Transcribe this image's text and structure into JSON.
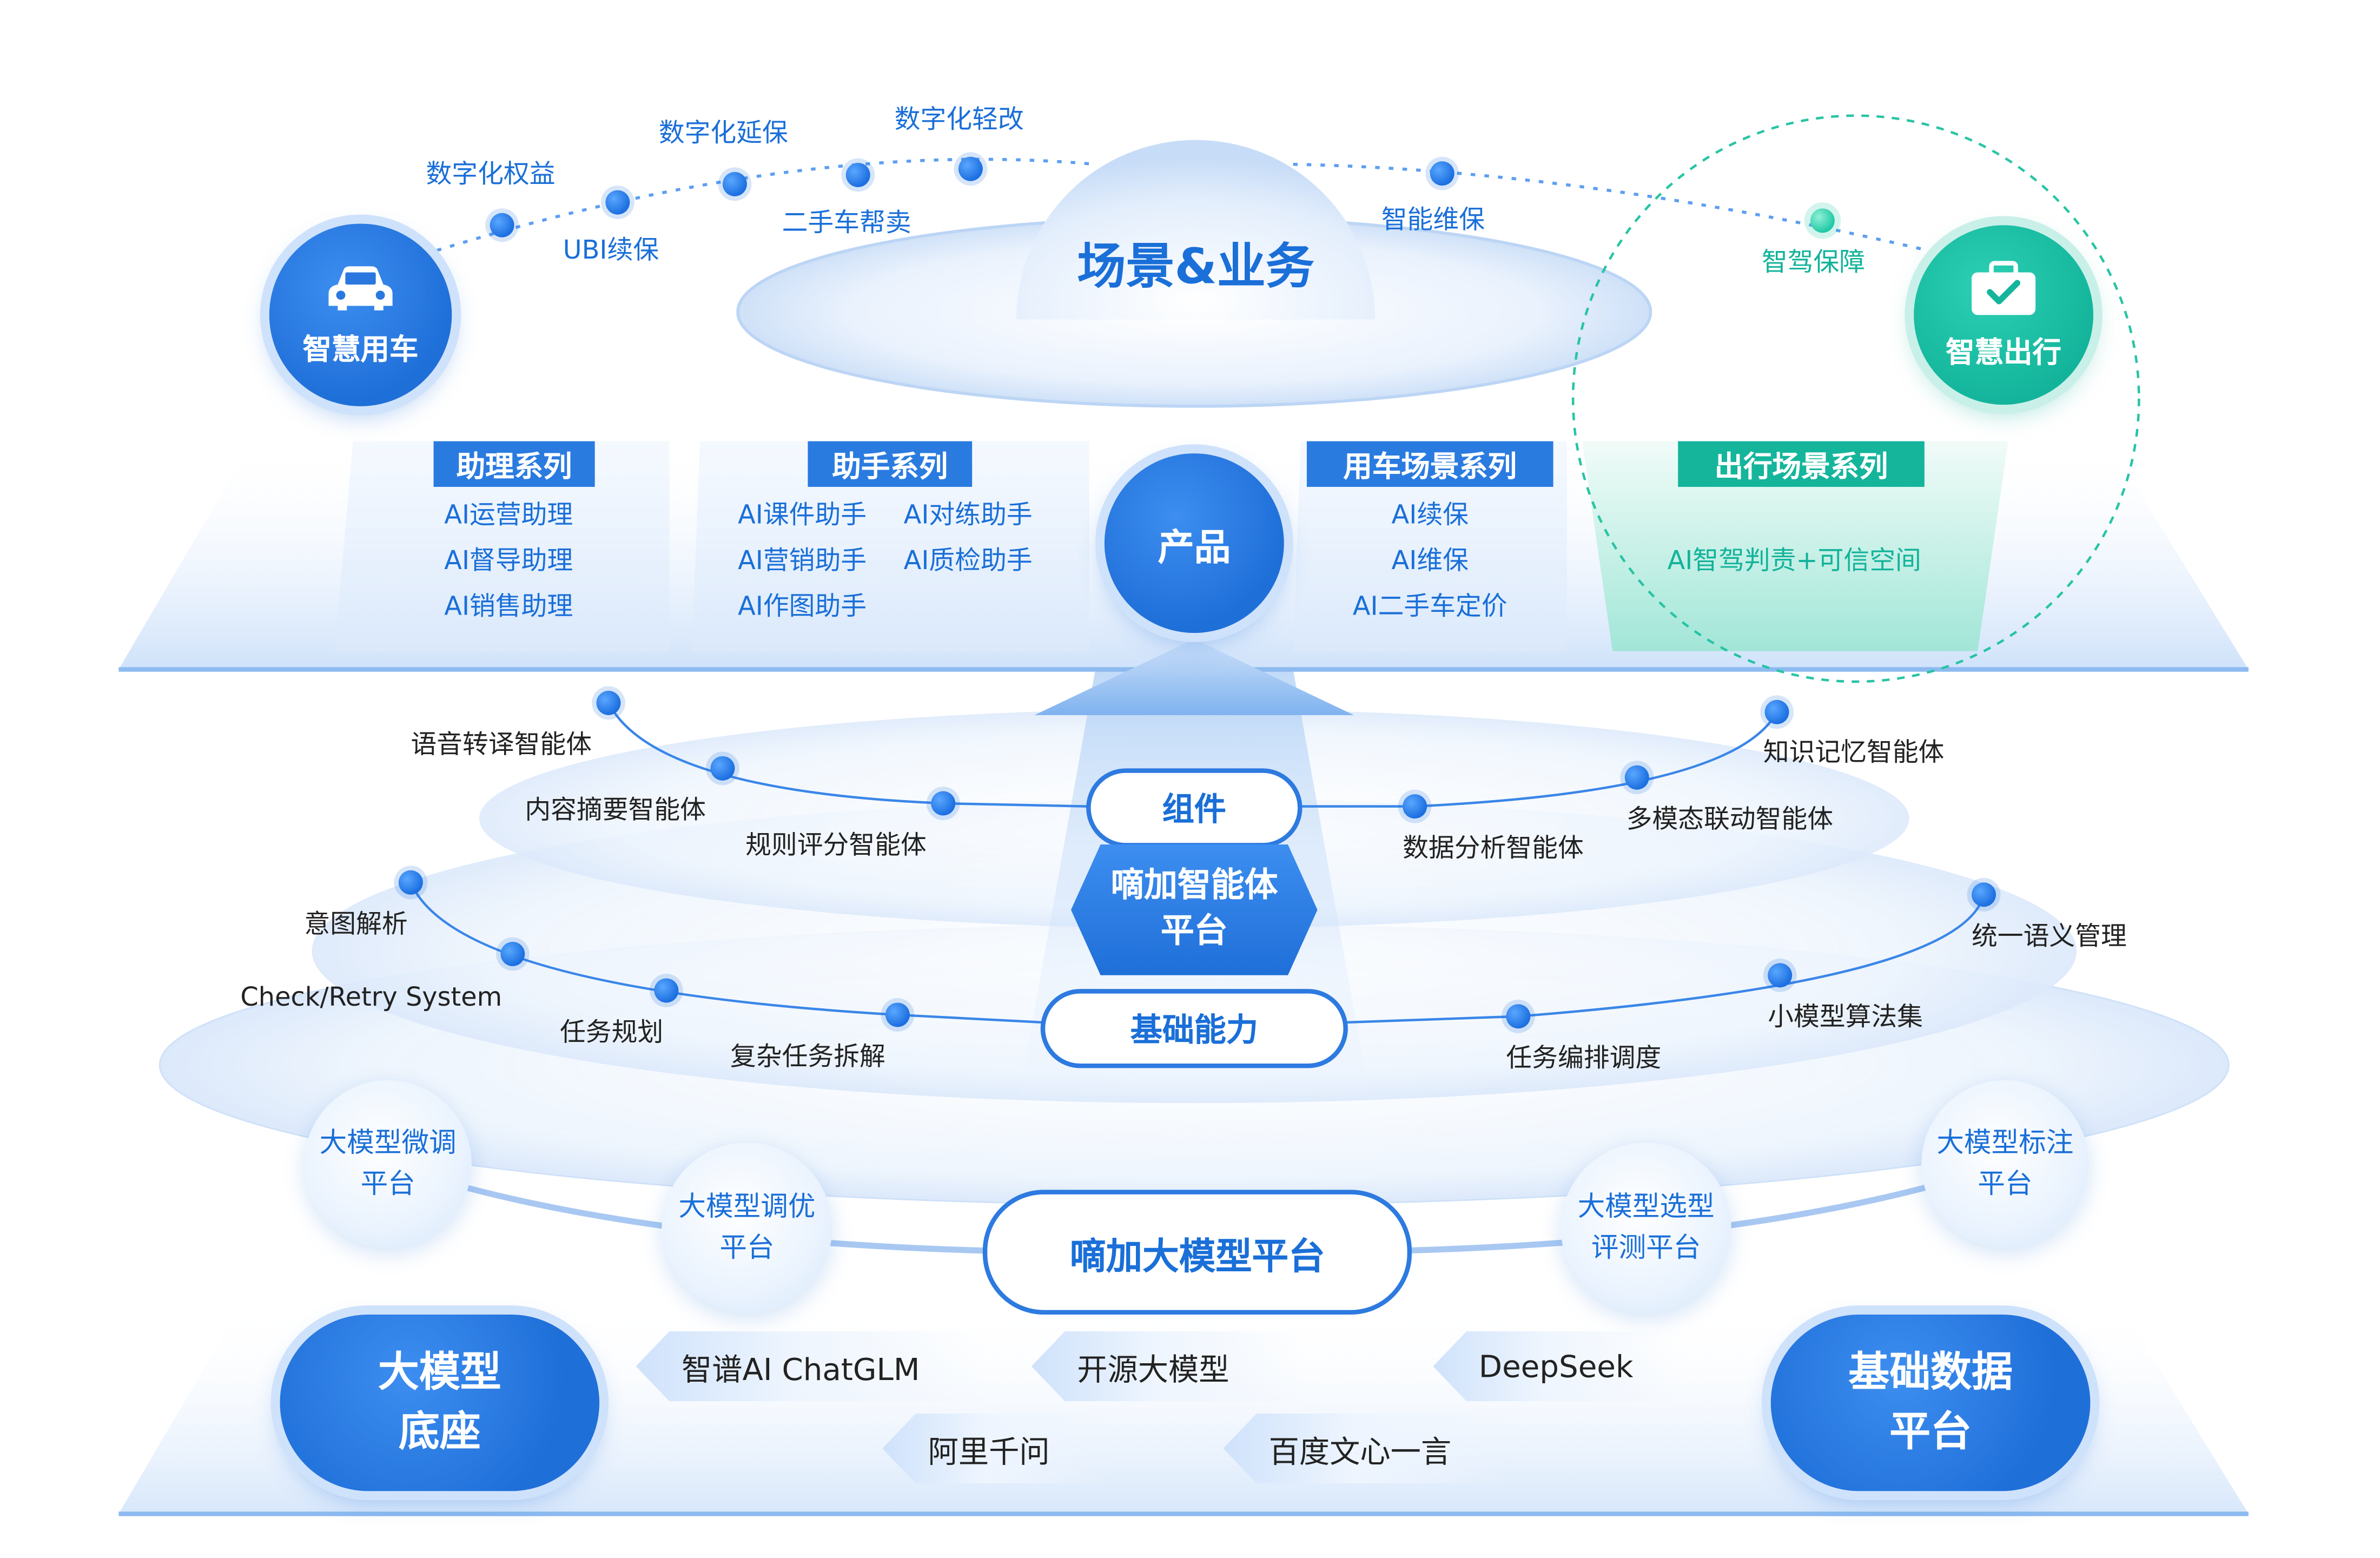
{
  "top": {
    "title": "场景&业务",
    "left_circle": {
      "label": "智慧用车",
      "icon": "car-icon"
    },
    "right_circle": {
      "label": "智慧出行",
      "icon": "briefcase-check-icon"
    },
    "arc_items": [
      "数字化权益",
      "UBI续保",
      "数字化延保",
      "二手车帮卖",
      "数字化轻改",
      "智能维保"
    ],
    "teal_item": "智驾保障"
  },
  "products": {
    "center": "产品",
    "groups": [
      {
        "title": "助理系列",
        "items": [
          "AI运营助理",
          "AI督导助理",
          "AI销售助理"
        ]
      },
      {
        "title": "助手系列",
        "items_col1": [
          "AI课件助手",
          "AI营销助手",
          "AI作图助手"
        ],
        "items_col2": [
          "AI对练助手",
          "AI质检助手"
        ]
      },
      {
        "title": "用车场景系列",
        "items": [
          "AI续保",
          "AI维保",
          "AI二手车定价"
        ]
      },
      {
        "title": "出行场景系列",
        "items": [
          "AI智驾判责+可信空间"
        ]
      }
    ]
  },
  "platform": {
    "components_label": "组件",
    "center_line1": "嘀加智能体",
    "center_line2": "平台",
    "base_label": "基础能力",
    "component_items": [
      "语音转译智能体",
      "内容摘要智能体",
      "规则评分智能体",
      "数据分析智能体",
      "多模态联动智能体",
      "知识记忆智能体"
    ],
    "base_items": [
      "意图解析",
      "Check/Retry System",
      "任务规划",
      "复杂任务拆解",
      "任务编排调度",
      "小模型算法集",
      "统一语义管理"
    ]
  },
  "llm": {
    "center": "嘀加大模型平台",
    "subs": [
      {
        "line1": "大模型微调",
        "line2": "平台"
      },
      {
        "line1": "大模型调优",
        "line2": "平台"
      },
      {
        "line1": "大模型选型",
        "line2": "评测平台"
      },
      {
        "line1": "大模型标注",
        "line2": "平台"
      }
    ]
  },
  "bottom": {
    "left": {
      "line1": "大模型",
      "line2": "底座"
    },
    "right": {
      "line1": "基础数据",
      "line2": "平台"
    },
    "models": [
      "智谱AI ChatGLM",
      "开源大模型",
      "DeepSeek",
      "阿里千问",
      "百度文心一言"
    ]
  },
  "colors": {
    "primary": "#1f6fd9",
    "teal": "#12b39a",
    "light": "#e6f0fc"
  }
}
